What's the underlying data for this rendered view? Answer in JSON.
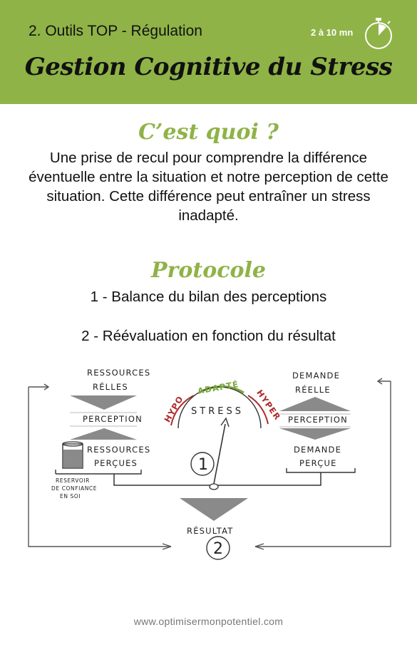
{
  "header": {
    "category": "2. Outils TOP - Régulation",
    "duration": "2 à 10 mn",
    "title": "Gestion Cognitive du Stress",
    "timer_icon": "stopwatch-icon",
    "color": "#8fb347"
  },
  "what": {
    "heading": "C’est quoi ?",
    "text": "Une prise de recul pour comprendre la différence éventuelle entre la situation et notre perception de cette situation. Cette différence peut entraîner un stress inadapté."
  },
  "protocol": {
    "heading": "Protocole",
    "steps": [
      "1 -  Balance du bilan des perceptions",
      "2 - Réévaluation en fonction du résultat"
    ]
  },
  "diagram": {
    "left": {
      "top_label_1": "RESSOURCES",
      "top_label_2": "RÉLLES",
      "perception": "PERCEPTION",
      "bottom_label_1": "RESSOURCES",
      "bottom_label_2": "PERÇUES",
      "reservoir_1": "RESERVOIR",
      "reservoir_2": "DE CONFIANCE",
      "reservoir_3": "EN SOI"
    },
    "right": {
      "top_label_1": "DEMANDE",
      "top_label_2": "RÉELLE",
      "perception": "PERCEPTION",
      "bottom_label_1": "DEMANDE",
      "bottom_label_2": "PERÇUE"
    },
    "gauge": {
      "hypo": "HYPO",
      "adapte": "ADAPTÉ",
      "hyper": "HYPER",
      "stress": "STRESS"
    },
    "step_1": "1",
    "step_2": "2",
    "result": "RÉSULTAT",
    "colors": {
      "hypo": "#b02a2a",
      "adapte": "#7aa83a",
      "hyper": "#b02a2a",
      "ink": "#222222",
      "shade": "#8a8a8a"
    }
  },
  "footer": {
    "url": "www.optimisermonpotentiel.com"
  }
}
